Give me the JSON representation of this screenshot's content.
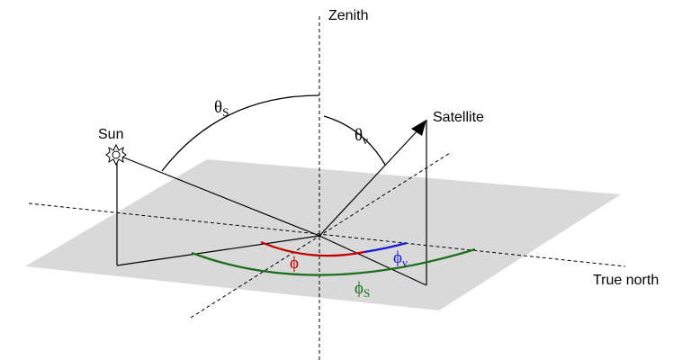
{
  "labels": {
    "zenith": "Zenith",
    "satellite": "Satellite",
    "sun": "Sun",
    "true_north": "True north"
  },
  "angles": {
    "theta_s": {
      "symbol": "θ",
      "sub": "S"
    },
    "theta_v": {
      "symbol": "θ",
      "sub": "ν"
    },
    "phi": {
      "symbol": "ϕ"
    },
    "phi_v": {
      "symbol": "ϕ",
      "sub": "ν"
    },
    "phi_s": {
      "symbol": "ϕ",
      "sub": "S"
    }
  },
  "colors": {
    "plane": "#d9d9d9",
    "line": "#000000",
    "phi": "#c00000",
    "phi_v": "#1a1ad6",
    "phi_s": "#1e6e1e"
  },
  "icons": {
    "sun": "sun-icon",
    "satellite_arrow": "arrowhead-icon"
  }
}
